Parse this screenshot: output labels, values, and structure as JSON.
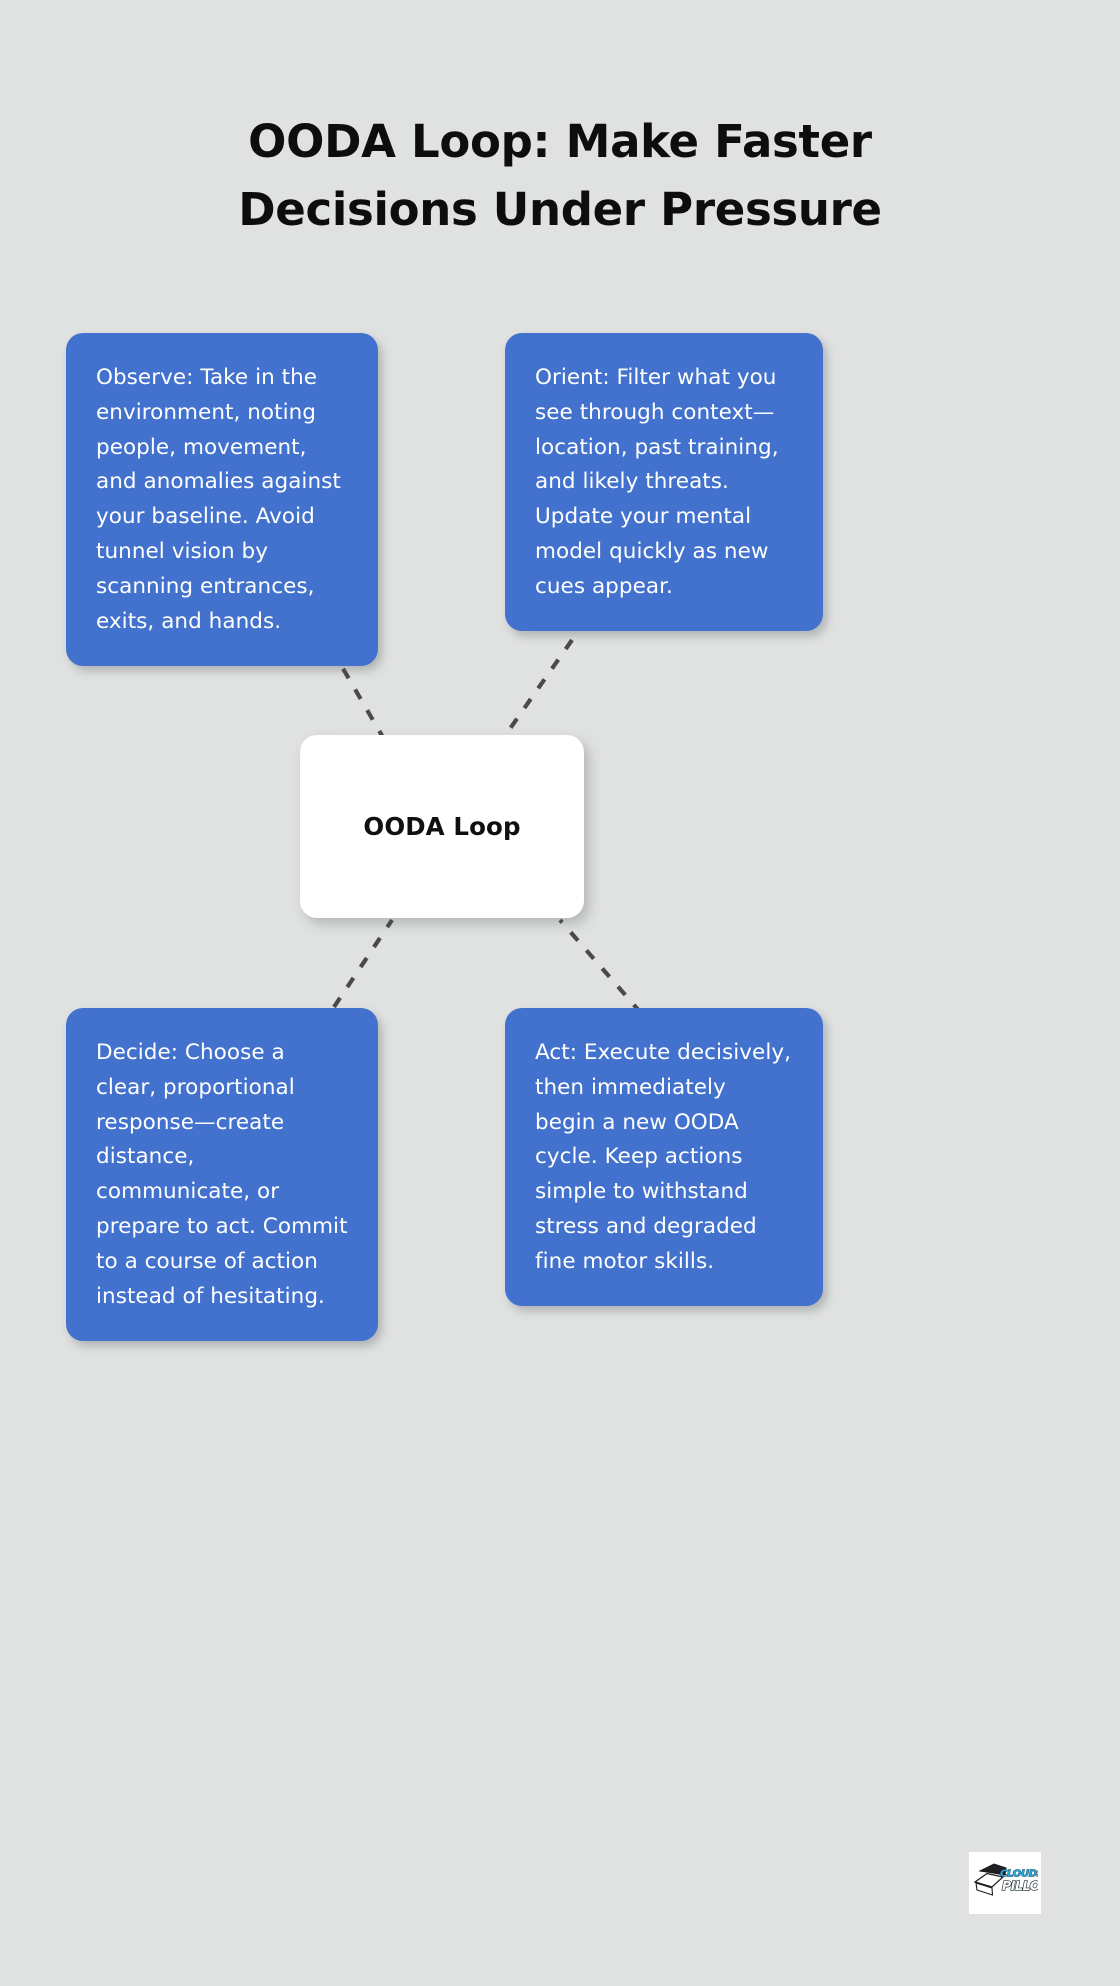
{
  "page": {
    "background_color": "#e0e2e1",
    "title_line_1": "OODA Loop: Make Faster",
    "title_line_2": "Decisions Under Pressure"
  },
  "colors": {
    "card_blue": "#4272ce",
    "card_text": "#ffffff",
    "center_bg": "#ffffff",
    "center_text": "#101010",
    "title_text": "#0d0d0d",
    "connector": "#4a4a4a",
    "logo_accent": "#29a8df"
  },
  "diagram": {
    "type": "mind-map",
    "center": {
      "label": "OODA Loop"
    },
    "branches": [
      {
        "id": "observe",
        "key": "Observe",
        "text": "Observe: Take in the environment, noting people, movement, and anomalies against your baseline. Avoid tunnel vision by scanning entrances, exits, and hands.",
        "position": "top-left"
      },
      {
        "id": "orient",
        "key": "Orient",
        "text": "Orient: Filter what you see through context—location, past training, and likely threats. Update your mental model quickly as new cues appear.",
        "position": "top-right"
      },
      {
        "id": "decide",
        "key": "Decide",
        "text": "Decide: Choose a clear, proportional response—create distance, communicate, or prepare to act. Commit to a course of action instead of hesitating.",
        "position": "bottom-left"
      },
      {
        "id": "act",
        "key": "Act",
        "text": "Act: Execute decisively, then immediately begin a new OODA cycle. Keep actions simple to withstand stress and degraded fine motor skills.",
        "position": "bottom-right"
      }
    ],
    "connector_style": "dashed"
  },
  "logo": {
    "brand_line_1": "CLOUDSTER",
    "brand_line_2": "PILLOW",
    "icon": "pillow-icon"
  }
}
